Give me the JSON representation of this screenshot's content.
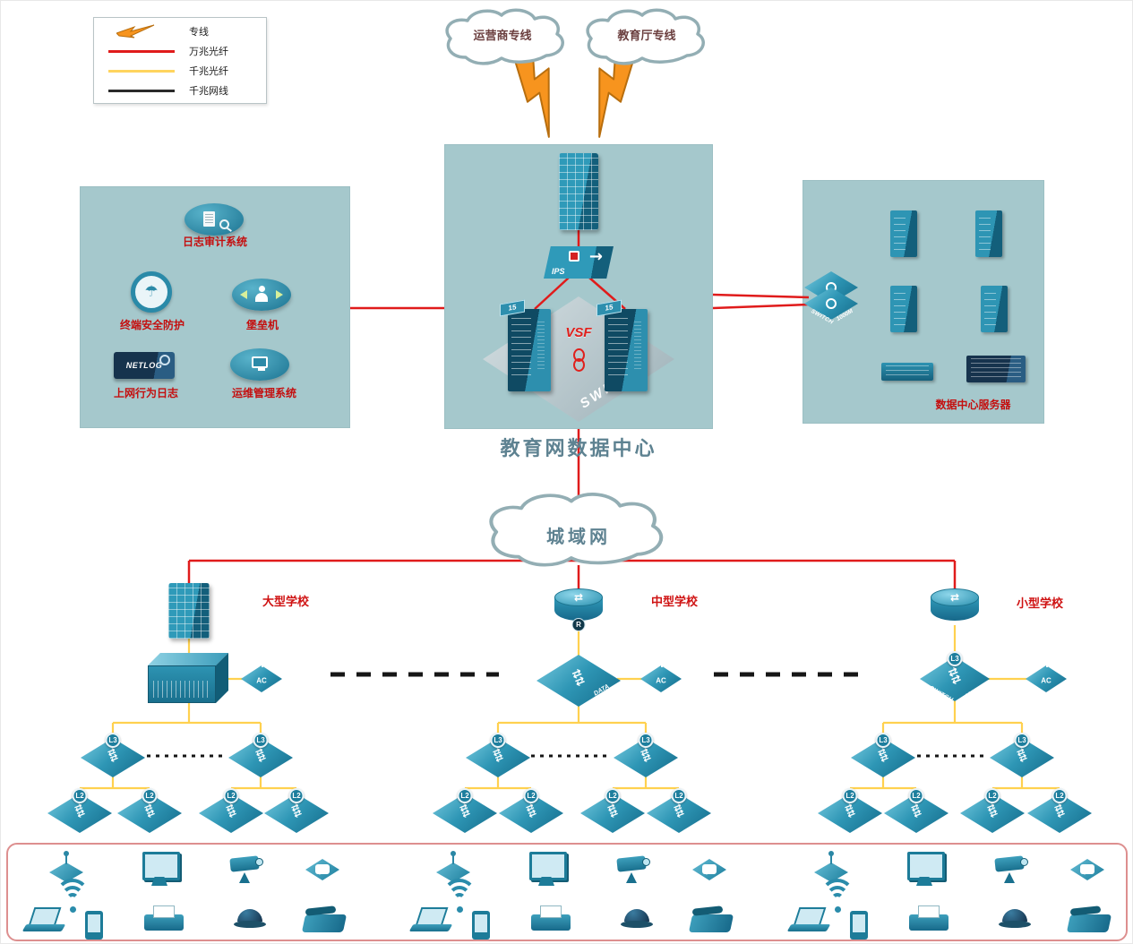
{
  "legend": {
    "items": [
      {
        "label": "专线"
      },
      {
        "label": "万兆光纤"
      },
      {
        "label": "千兆光纤"
      },
      {
        "label": "千兆网线"
      }
    ]
  },
  "clouds": {
    "carrier": "运营商专线",
    "education": "教育厅专线",
    "man": "城域网"
  },
  "data_center": {
    "title": "教育网数据中心",
    "vsf": "VSF",
    "ips": "IPS",
    "platform_switch": "SWITCH",
    "server_badge": "15"
  },
  "security_zone": {
    "log_audit": "日志审计系统",
    "endpoint_protect": "终端安全防护",
    "bastion": "堡垒机",
    "netlog": "NETLOG",
    "net_behavior": "上网行为日志",
    "ops_mgmt": "运维管理系统"
  },
  "server_zone": {
    "label": "数据中心服务器",
    "switch_line1": "SWITCH",
    "switch_line2": "1000M"
  },
  "schools": {
    "large": {
      "name": "大型学校"
    },
    "medium": {
      "name": "中型学校",
      "core_line1": "SWITCH",
      "core_line2": "DATA CENTER",
      "router_badge": "R"
    },
    "small": {
      "name": "小型学校"
    }
  },
  "switch_labels": {
    "l3": "L3",
    "l2": "L2",
    "ac": "AC",
    "sw": "SWITCH",
    "speed": "1000M"
  }
}
